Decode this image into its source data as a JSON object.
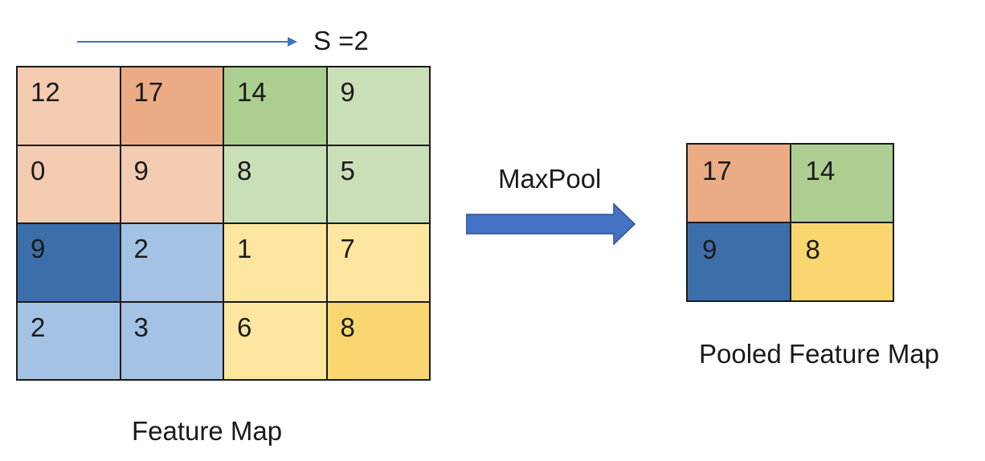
{
  "stride_label": "S =2",
  "operation_label": "MaxPool",
  "feature_map": {
    "caption": "Feature Map",
    "rows": [
      [
        "12",
        "17",
        "14",
        "9"
      ],
      [
        "0",
        "9",
        "8",
        "5"
      ],
      [
        "9",
        "2",
        "1",
        "7"
      ],
      [
        "2",
        "3",
        "6",
        "8"
      ]
    ],
    "colors": [
      [
        "#f2cbb0",
        "#eaab85",
        "#acce90",
        "#cadfb8"
      ],
      [
        "#f2cbb0",
        "#f2cbb0",
        "#cadfb8",
        "#cadfb8"
      ],
      [
        "#3c6eaa",
        "#a3c2e4",
        "#fce6a0",
        "#fce6a0"
      ],
      [
        "#a3c2e4",
        "#a3c2e4",
        "#fce6a0",
        "#f9d66f"
      ]
    ]
  },
  "pooled_map": {
    "caption": "Pooled Feature Map",
    "rows": [
      [
        "17",
        "14"
      ],
      [
        "9",
        "8"
      ]
    ],
    "colors": [
      [
        "#eaab85",
        "#acce90"
      ],
      [
        "#3c6eaa",
        "#f9d66f"
      ]
    ]
  },
  "arrow_color": "#4472c4"
}
